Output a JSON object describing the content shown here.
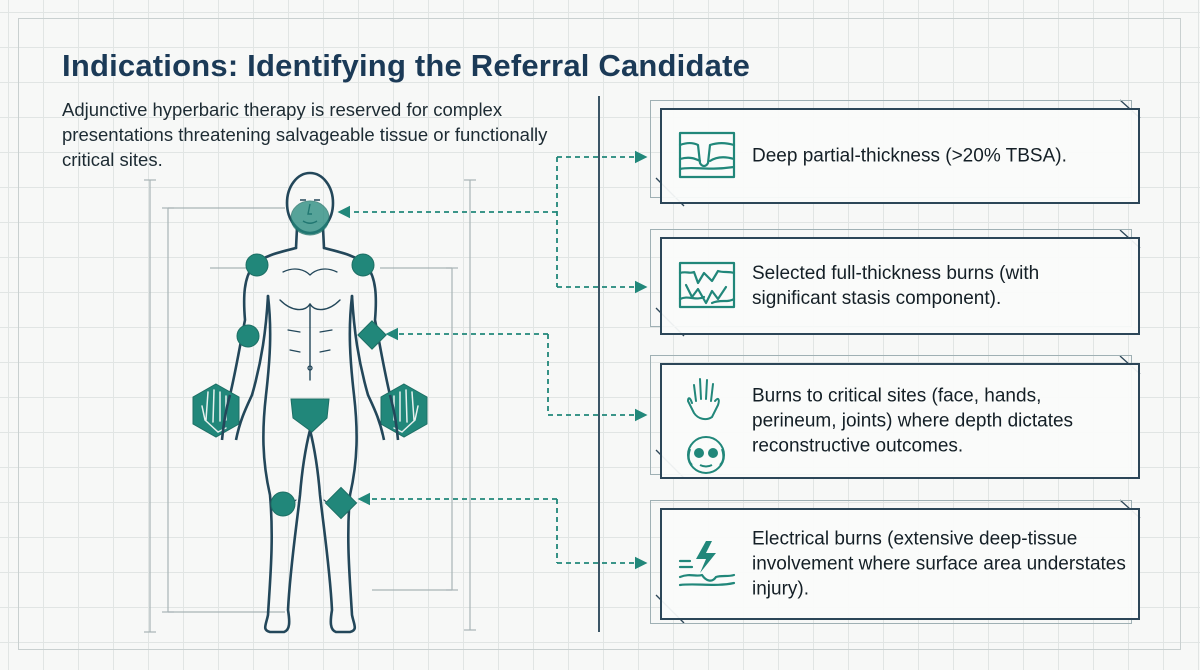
{
  "title": "Indications: Identifying the Referral Candidate",
  "subtitle": "Adjunctive hyperbaric therapy is reserved for complex presentations threatening salvageable tissue or functionally critical sites.",
  "colors": {
    "accent": "#21877a",
    "line": "#23475a",
    "title": "#1b3a57"
  },
  "cards": [
    {
      "text": "Deep partial-thickness (>20% TBSA).",
      "icon": "skin-layer-icon"
    },
    {
      "text": "Selected full-thickness burns (with significant stasis component).",
      "icon": "full-thickness-tissue-icon"
    },
    {
      "text": "Burns to critical sites (face, hands, perineum, joints) where depth dictates reconstructive outcomes.",
      "icon": "hand-and-face-icon"
    },
    {
      "text": "Electrical burns (extensive deep-tissue involvement where surface area understates injury).",
      "icon": "electrical-bolt-icon"
    }
  ]
}
